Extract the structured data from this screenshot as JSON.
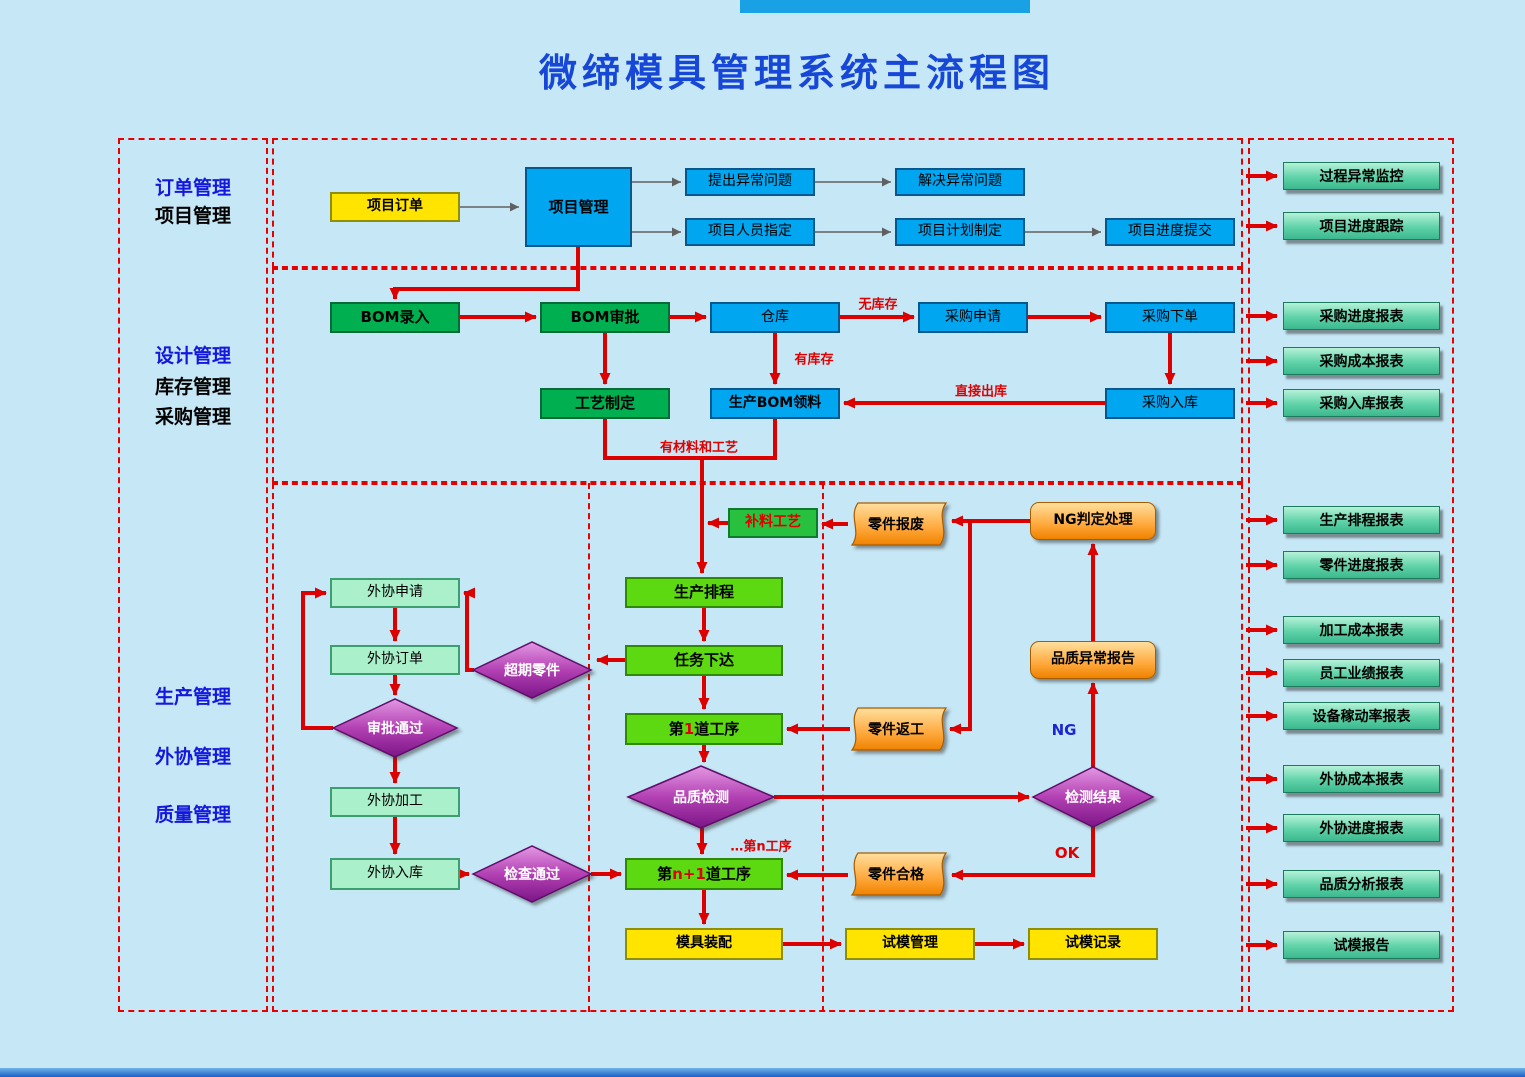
{
  "title": "微缔模具管理系统主流程图",
  "left_panel": {
    "groups": [
      {
        "labels": [
          {
            "text": "订单管理"
          },
          {
            "text": "项目管理"
          }
        ]
      },
      {
        "labels": [
          {
            "text": "设计管理"
          },
          {
            "text": "库存管理"
          },
          {
            "text": "采购管理"
          }
        ]
      },
      {
        "labels": [
          {
            "text": "生产管理"
          },
          {
            "text": "外协管理"
          },
          {
            "text": "质量管理"
          }
        ]
      }
    ]
  },
  "nodes": {
    "project_order": "项目订单",
    "project_mgmt": "项目管理",
    "raise_issue": "提出异常问题",
    "solve_issue": "解决异常问题",
    "assign_staff": "项目人员指定",
    "plan_make": "项目计划制定",
    "progress_submit": "项目进度提交",
    "bom_entry": "BOM录入",
    "bom_approve": "BOM审批",
    "warehouse": "仓库",
    "purchase_request": "采购申请",
    "purchase_order": "采购下单",
    "process_design": "工艺制定",
    "bom_picking": "生产BOM领料",
    "purchase_inbound": "采购入库",
    "refill_process": "补料工艺",
    "part_scrap": "零件报废",
    "ng_handling": "NG判定处理",
    "prod_schedule": "生产排程",
    "task_dispatch": "任务下达",
    "process_first": {
      "pre": "第",
      "num": "1",
      "post": "道工序"
    },
    "quality_inspect": "品质检测",
    "process_next": {
      "pre": "第",
      "num": "n+1",
      "post": "道工序"
    },
    "mold_assembly": "模具装配",
    "trial_mgmt": "试模管理",
    "trial_record": "试模记录",
    "part_rework": "零件返工",
    "quality_abnormal_report": "品质异常报告",
    "inspect_result": "检测结果",
    "part_qualified": "零件合格",
    "outsource_request": "外协申请",
    "outsource_order": "外协订单",
    "approval_pass": "审批通过",
    "outsource_process": "外协加工",
    "outsource_inbound": "外协入库",
    "overdue_parts": "超期零件",
    "check_pass": "检查通过"
  },
  "edge_labels": {
    "no_stock": "无库存",
    "has_stock": "有库存",
    "direct_outbound": "直接出库",
    "material_ready": "有材料和工艺",
    "nth_process": "…第n工序",
    "ng": "NG",
    "ok": "OK"
  },
  "reports": [
    "过程异常监控",
    "项目进度跟踪",
    "采购进度报表",
    "采购成本报表",
    "采购入库报表",
    "生产排程报表",
    "零件进度报表",
    "加工成本报表",
    "员工业绩报表",
    "设备稼动率报表",
    "外协成本报表",
    "外协进度报表",
    "品质分析报表",
    "试模报告"
  ],
  "palette": {
    "background": "#c6e7f6",
    "title_blue": "#1747d6",
    "region_border_red": "#e60000",
    "arrow_red": "#dd0000",
    "node_blue": "#00a6ef",
    "node_green": "#00b050",
    "node_bright_green": "#5cd911",
    "node_yellow": "#ffe400",
    "node_mint": "#aaf0cb",
    "node_orange": "#ffa83c",
    "node_purple": "#b341b3",
    "report_teal": "#5fd2a8"
  }
}
